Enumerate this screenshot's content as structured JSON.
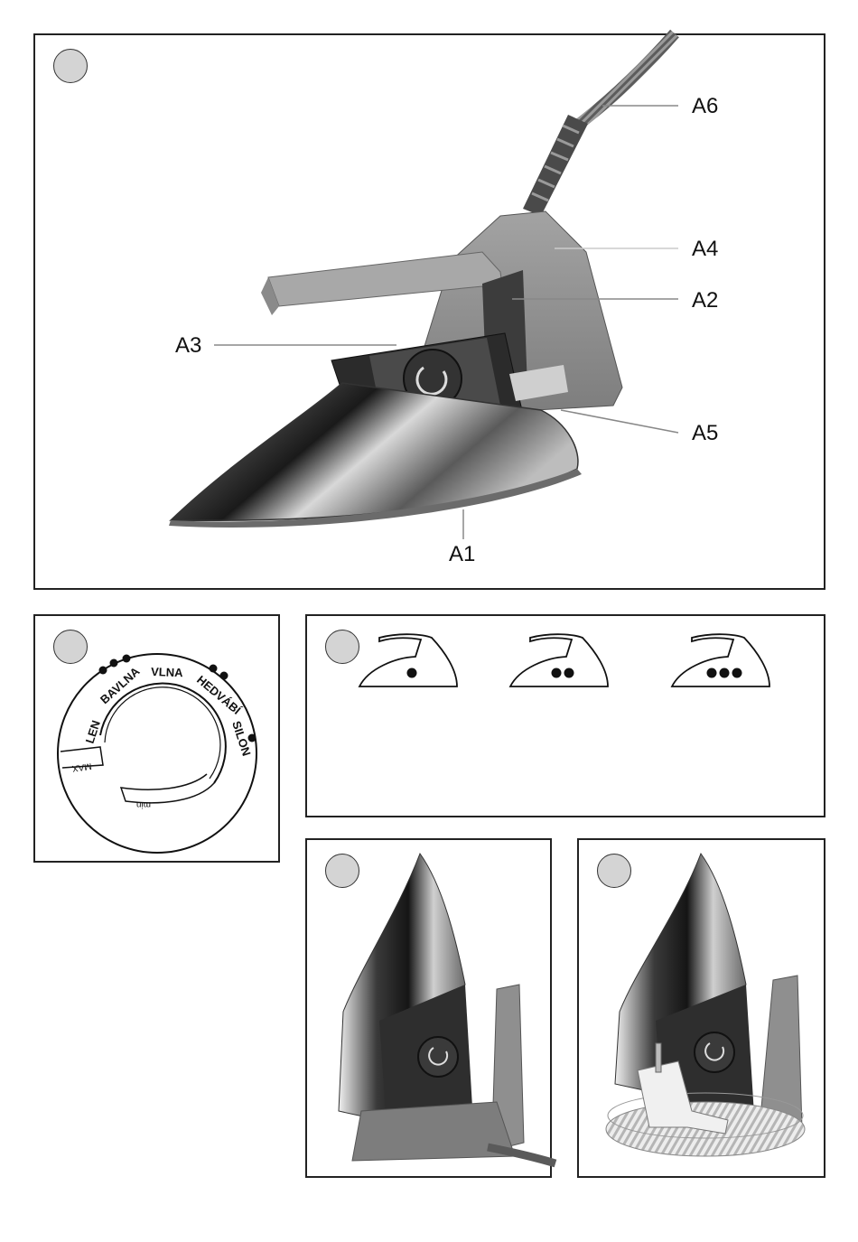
{
  "figure1": {
    "callouts": {
      "a1": "A1",
      "a2": "A2",
      "a3": "A3",
      "a4": "A4",
      "a5": "A5",
      "a6": "A6"
    }
  },
  "figure2": {
    "dial_labels": {
      "len": "LEN",
      "bavlna": "BAVLNA",
      "vlna": "VLNA",
      "hedvabi": "HEDVÁBÍ",
      "silon": "SILON",
      "max": "MAX",
      "min": "min"
    }
  },
  "figure3": {
    "settings": [
      {
        "dots": 1
      },
      {
        "dots": 2
      },
      {
        "dots": 3
      }
    ]
  },
  "colors": {
    "frame": "#222222",
    "marker_fill": "#d4d4d4",
    "chrome_dark": "#2a2a2a",
    "chrome_light": "#e8e8e8",
    "body_gray": "#8c8c8c",
    "handle_gray": "#9a9a9a"
  }
}
